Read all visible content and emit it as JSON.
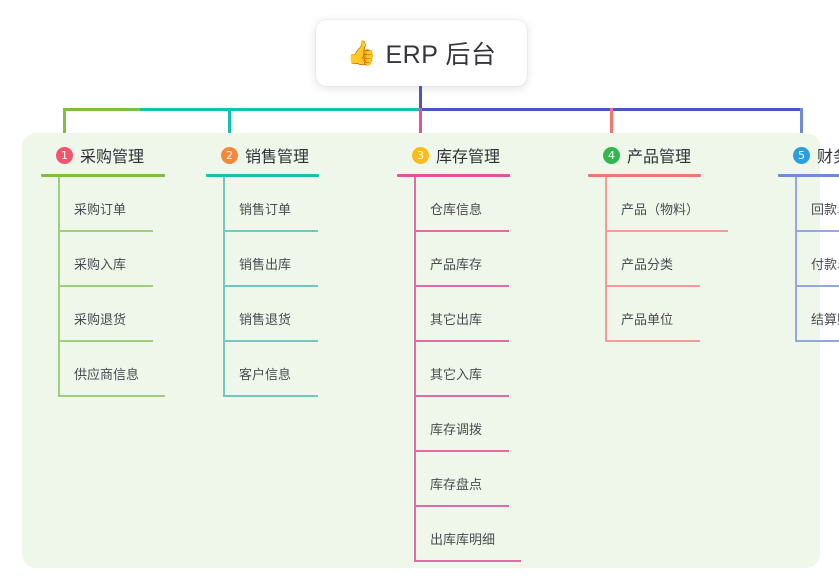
{
  "title": {
    "emoji": "👍",
    "emoji_name": "thumbs-up-emoji",
    "text": "ERP 后台"
  },
  "colors": {
    "panel_background": "#eef7e9",
    "page_background": "#ffffff",
    "trunk": "#4a55c6",
    "title_text": "#35363c",
    "item_text": "#4a4b52"
  },
  "connectors": {
    "trunk_color": "#4a55c6",
    "bar_segments": [
      {
        "name": "segment-green",
        "color": "#7cc040"
      },
      {
        "name": "segment-teal",
        "color": "#12c2b0"
      },
      {
        "name": "segment-blue",
        "color": "#4a55c6"
      }
    ]
  },
  "columns": [
    {
      "index": "1",
      "title": "采购管理",
      "badge_color": "#f2556b",
      "line_color": "#7cc040",
      "items": [
        {
          "label": "采购订单"
        },
        {
          "label": "采购入库"
        },
        {
          "label": "采购退货"
        },
        {
          "label": "供应商信息"
        }
      ]
    },
    {
      "index": "2",
      "title": "销售管理",
      "badge_color": "#f4883c",
      "line_color": "#12c2b0",
      "items": [
        {
          "label": "销售订单"
        },
        {
          "label": "销售出库"
        },
        {
          "label": "销售退货"
        },
        {
          "label": "客户信息"
        }
      ]
    },
    {
      "index": "3",
      "title": "库存管理",
      "badge_color": "#fbbc18",
      "line_color": "#e8509b",
      "items": [
        {
          "label": "仓库信息"
        },
        {
          "label": "产品库存"
        },
        {
          "label": "其它出库"
        },
        {
          "label": "其它入库"
        },
        {
          "label": "库存调拨"
        },
        {
          "label": "库存盘点"
        },
        {
          "label": "出库库明细"
        }
      ]
    },
    {
      "index": "4",
      "title": "产品管理",
      "badge_color": "#2eb84e",
      "line_color": "#f4746f",
      "items": [
        {
          "label": "产品（物料）"
        },
        {
          "label": "产品分类"
        },
        {
          "label": "产品单位"
        }
      ]
    },
    {
      "index": "5",
      "title": "财务管理",
      "badge_color": "#2a9fe0",
      "line_color": "#6f8ad6",
      "items": [
        {
          "label": "回款单"
        },
        {
          "label": "付款单"
        },
        {
          "label": "结算账户"
        }
      ]
    }
  ]
}
